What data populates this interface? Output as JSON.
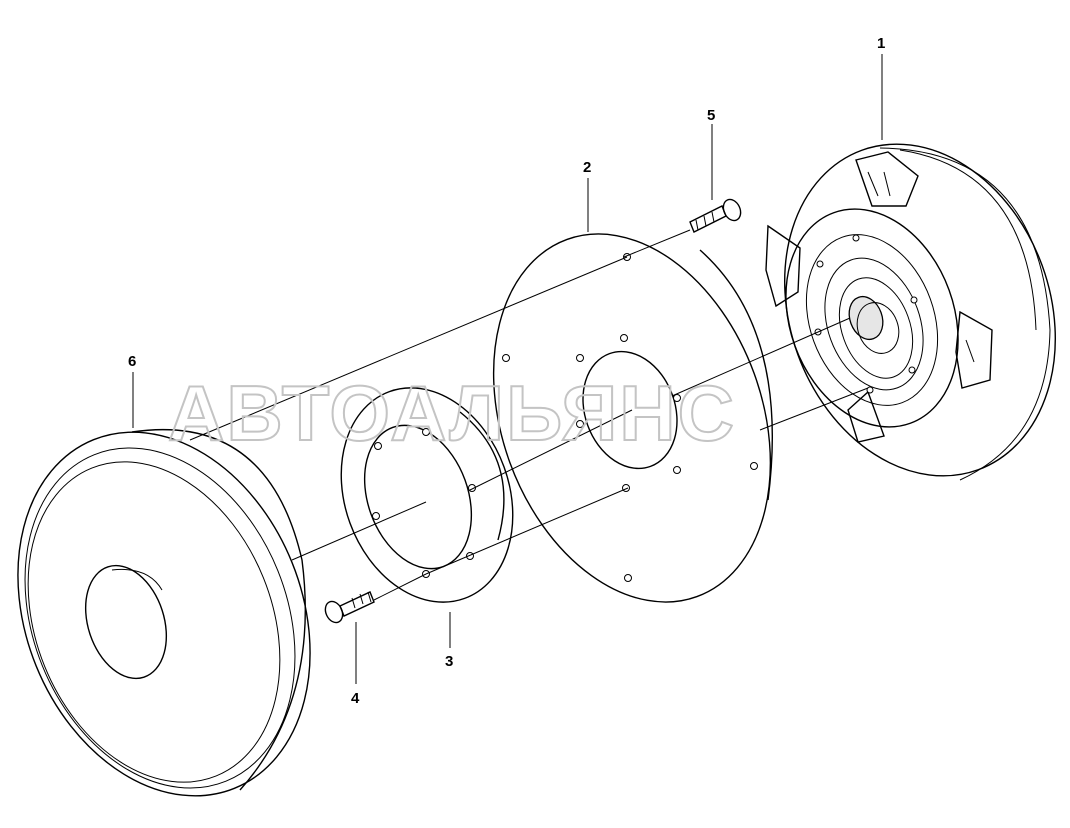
{
  "diagram": {
    "parts": [
      {
        "id": "torque-converter",
        "label": "1"
      },
      {
        "id": "flex-plate",
        "label": "2"
      },
      {
        "id": "reinforcement-ring",
        "label": "3"
      },
      {
        "id": "bolt-lower",
        "label": "4"
      },
      {
        "id": "bolt-upper",
        "label": "5"
      },
      {
        "id": "flywheel",
        "label": "6"
      }
    ],
    "watermark": "АВТОАЛЬЯНС"
  }
}
